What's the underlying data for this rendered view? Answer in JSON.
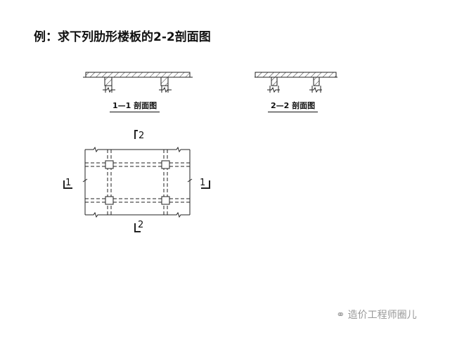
{
  "title": "例：求下列肋形楼板的2-2剖面图",
  "sections": [
    {
      "label": "1—1 剖面图"
    },
    {
      "label": "2—2 剖面图"
    }
  ],
  "plan": {
    "cut_labels": {
      "top": "2",
      "bottom": "2",
      "left": "1",
      "right": "1"
    }
  },
  "watermark": "造价工程师圈儿"
}
